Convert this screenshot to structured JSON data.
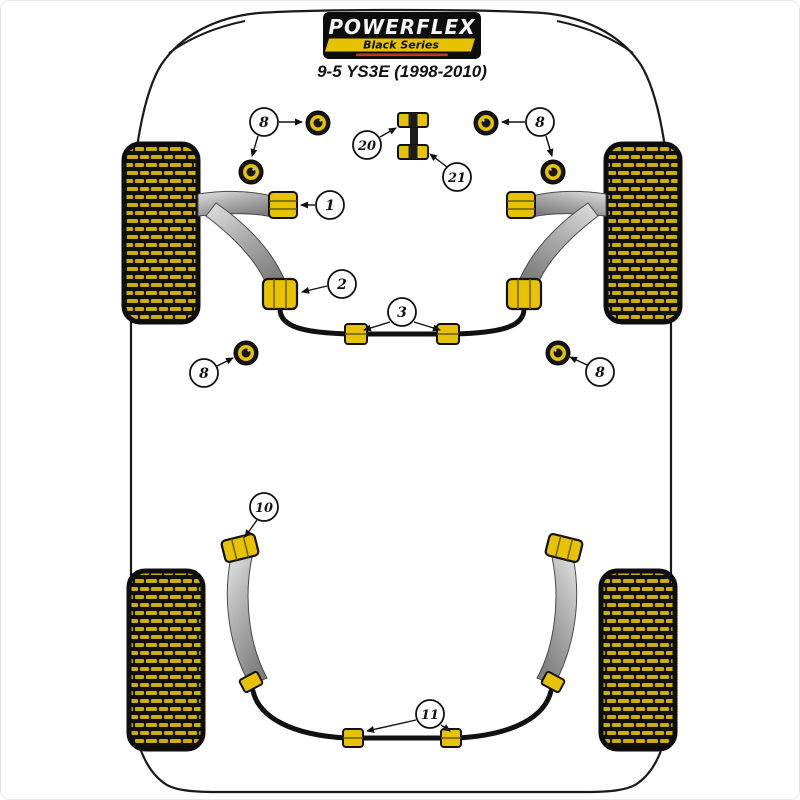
{
  "header": {
    "brand": "POWERFLEX",
    "series": "Black Series",
    "model": "9-5 YS3E (1998-2010)"
  },
  "colors": {
    "accent": "#E6C200",
    "tread": "#C9AF00",
    "logo_bg": "#0D0D0D",
    "brand_text": "#F5F5F5",
    "outline": "#1A1A1A",
    "tagline_red": "#C0392B"
  },
  "callouts": [
    {
      "part": "front-top-washer-left",
      "label": "8"
    },
    {
      "part": "front-top-washer-right",
      "label": "8"
    },
    {
      "part": "engine-link-upper",
      "label": "20"
    },
    {
      "part": "engine-link-lower",
      "label": "21"
    },
    {
      "part": "front-arm-front-bush",
      "label": "1"
    },
    {
      "part": "front-arm-rear-bush",
      "label": "2"
    },
    {
      "part": "front-arb-bushes",
      "label": "3"
    },
    {
      "part": "front-lower-washer-left",
      "label": "8"
    },
    {
      "part": "front-lower-washer-right",
      "label": "8"
    },
    {
      "part": "rear-arm-front-bush",
      "label": "10"
    },
    {
      "part": "rear-arb-bushes",
      "label": "11"
    }
  ]
}
